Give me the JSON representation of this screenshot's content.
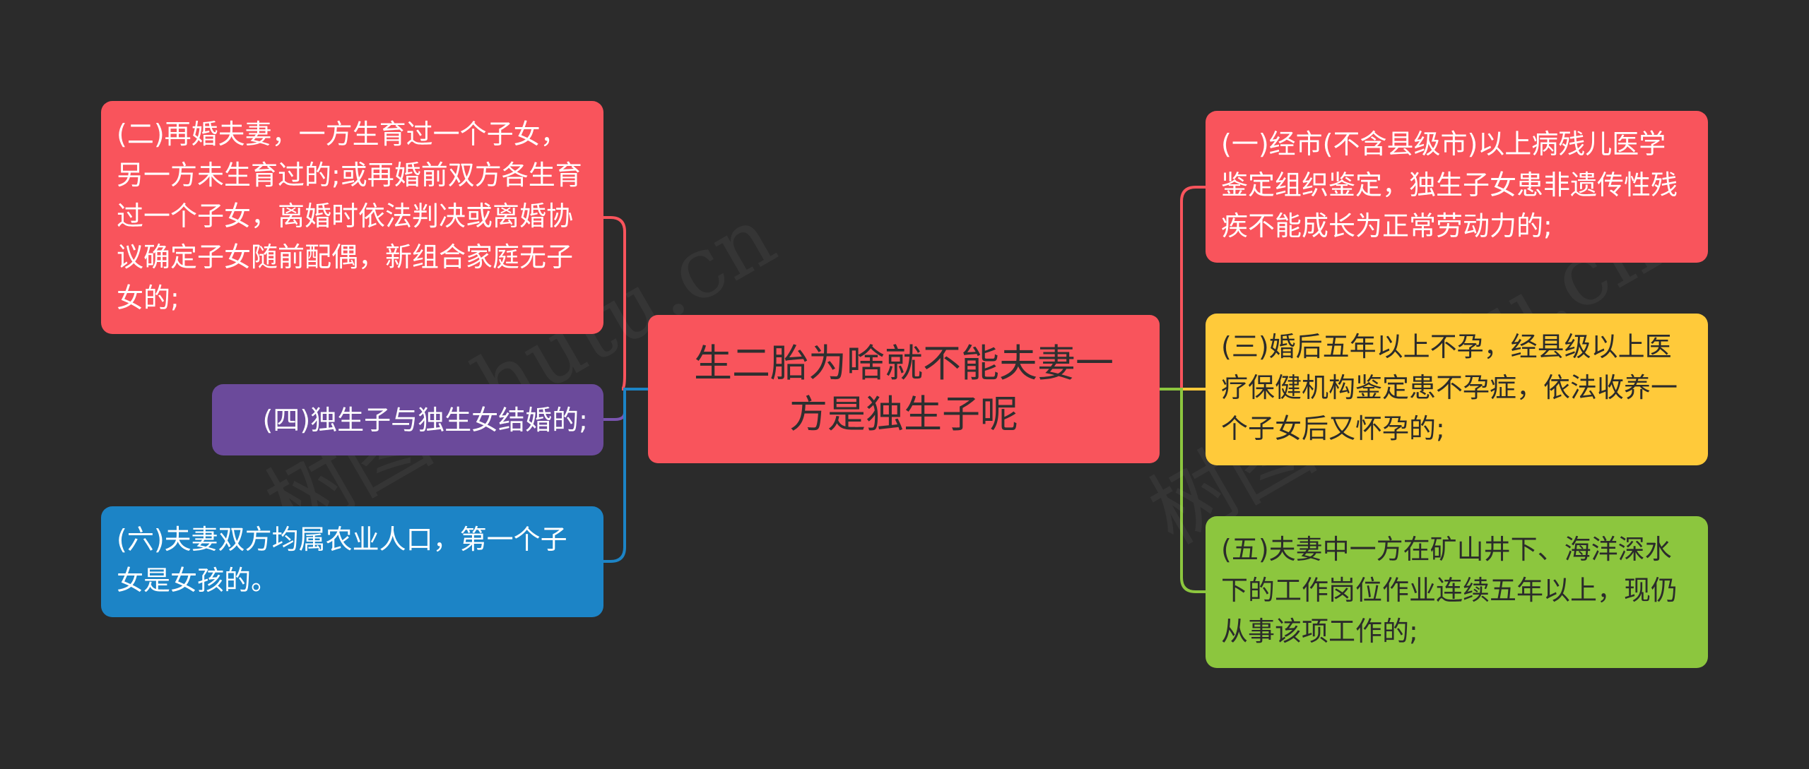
{
  "center": {
    "label": "生二胎为啥就不能夫妻一方是独生子呢",
    "color": "#f9545c"
  },
  "left_nodes": [
    {
      "id": "l1",
      "label": "(二)再婚夫妻，一方生育过一个子女，另一方未生育过的;或再婚前双方各生育过一个子女，离婚时依法判决或离婚协议确定子女随前配偶，新组合家庭无子女的;",
      "color": "#f9545c",
      "connector_color": "#f9545c"
    },
    {
      "id": "l2",
      "label": "(四)独生子与独生女结婚的;",
      "color": "#6b4a9b",
      "connector_color": "#7a55b0"
    },
    {
      "id": "l3",
      "label": "(六)夫妻双方均属农业人口，第一个子女是女孩的。",
      "color": "#1c84c6",
      "connector_color": "#1c84c6"
    }
  ],
  "right_nodes": [
    {
      "id": "r1",
      "label": "(一)经市(不含县级市)以上病残儿医学鉴定组织鉴定，独生子女患非遗传性残疾不能成长为正常劳动力的;",
      "color": "#f9545c",
      "connector_color": "#f9545c"
    },
    {
      "id": "r2",
      "label": "(三)婚后五年以上不孕，经县级以上医疗保健机构鉴定患不孕症，依法收养一个子女后又怀孕的;",
      "color": "#ffca3a",
      "connector_color": "#ffca3a"
    },
    {
      "id": "r3",
      "label": "(五)夫妻中一方在矿山井下、海洋深水下的工作岗位作业连续五年以上，现仍从事该项工作的;",
      "color": "#8cc63e",
      "connector_color": "#8cc63e"
    }
  ],
  "watermark": "树图 shutu.cn"
}
